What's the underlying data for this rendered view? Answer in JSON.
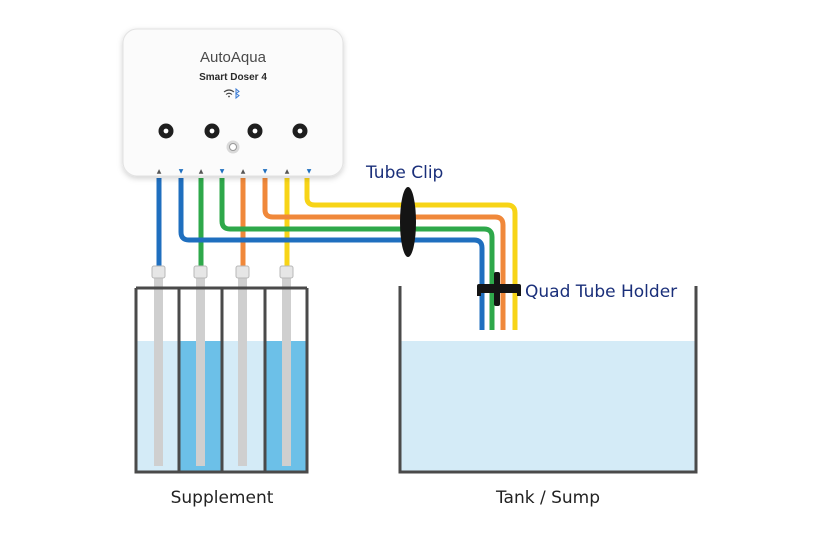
{
  "device": {
    "brand": "AutoAqua",
    "model": "Smart Doser 4",
    "status_icons": [
      "wifi-icon",
      "bluetooth-icon"
    ],
    "body_color": "#fbfbfb",
    "button_color": "#1e1e1e",
    "buttons": [
      "pump-button-1",
      "pump-button-2",
      "pump-button-3",
      "pump-button-4"
    ],
    "center_button": "power-button"
  },
  "tube_colors": {
    "blue": "#1f6fbf",
    "green": "#2ea84a",
    "orange": "#f0883a",
    "yellow": "#f7d417"
  },
  "labels": {
    "tube_clip": "Tube Clip",
    "quad_tube_holder": "Quad Tube Holder",
    "supplement": "Supplement",
    "tank": "Tank / Sump"
  },
  "colors": {
    "label_blue": "#1a2f7a",
    "container_outline": "#4a4a4a",
    "water_light": "#d4ebf7",
    "water_dark": "#6cc0e8",
    "tube_grey": "#cfcfcf",
    "clip": "#141414"
  }
}
